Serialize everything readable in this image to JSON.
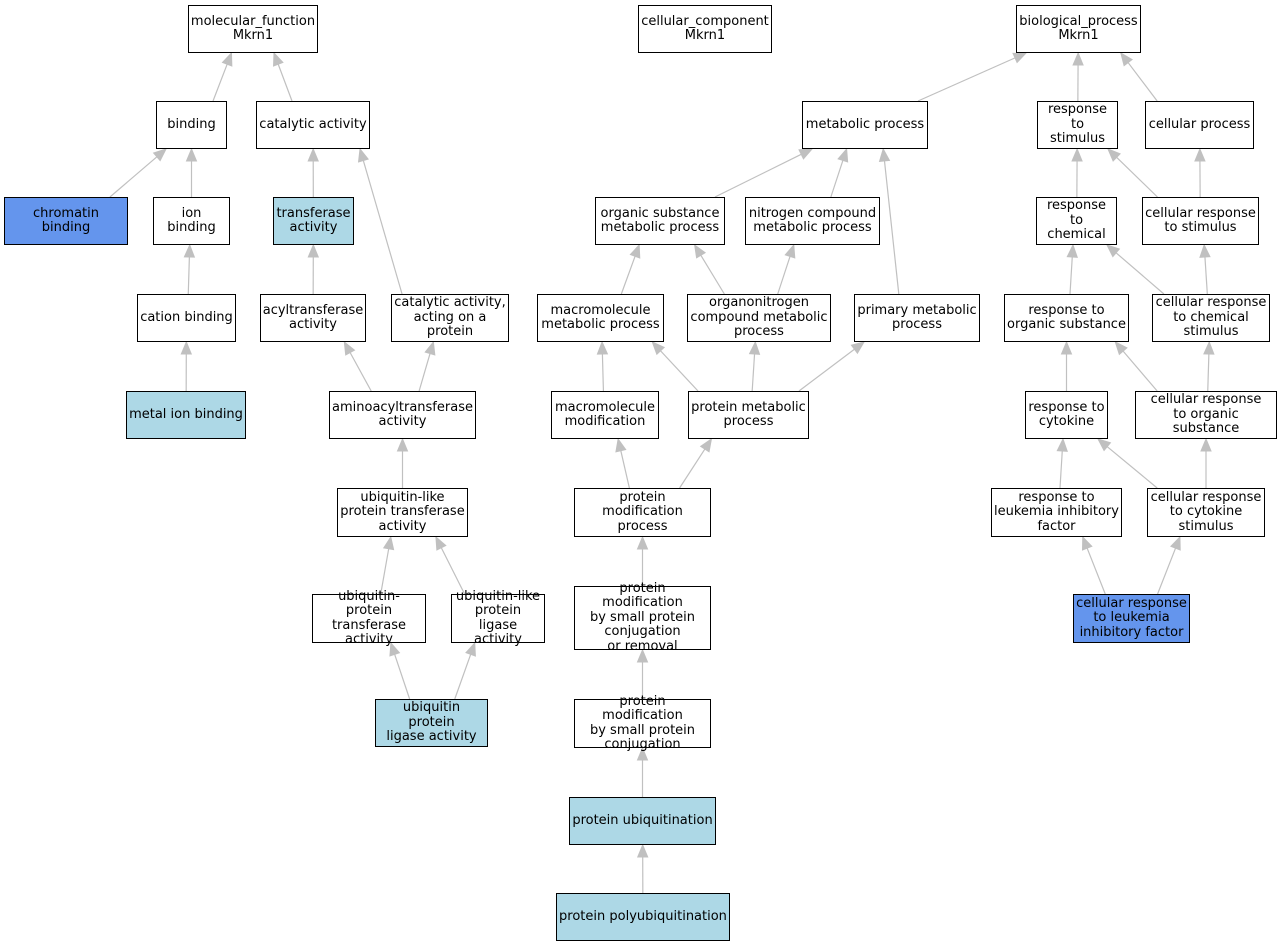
{
  "colors": {
    "edge": "#c0c0c0",
    "node_default": "#ffffff",
    "node_light": "#add8e6",
    "node_dark": "#6495ed",
    "border": "#000000"
  },
  "nodes": {
    "mf_root": {
      "label": "molecular_function\nMkrn1",
      "fill": "default"
    },
    "cc_root": {
      "label": "cellular_component\nMkrn1",
      "fill": "default"
    },
    "bp_root": {
      "label": "biological_process\nMkrn1",
      "fill": "default"
    },
    "binding": {
      "label": "binding",
      "fill": "default"
    },
    "catalytic": {
      "label": "catalytic activity",
      "fill": "default"
    },
    "chromatin": {
      "label": "chromatin binding",
      "fill": "dark"
    },
    "ion_binding": {
      "label": "ion binding",
      "fill": "default"
    },
    "transferase": {
      "label": "transferase\nactivity",
      "fill": "light"
    },
    "cation_binding": {
      "label": "cation binding",
      "fill": "default"
    },
    "acyltransferase": {
      "label": "acyltransferase\nactivity",
      "fill": "default"
    },
    "catalytic_protein": {
      "label": "catalytic activity,\nacting on a\nprotein",
      "fill": "default"
    },
    "metal_ion": {
      "label": "metal ion binding",
      "fill": "light"
    },
    "aminoacyl": {
      "label": "aminoacyltransferase\nactivity",
      "fill": "default"
    },
    "ubl_transferase": {
      "label": "ubiquitin-like\nprotein transferase\nactivity",
      "fill": "default"
    },
    "ub_protein_transferase": {
      "label": "ubiquitin-protein\ntransferase\nactivity",
      "fill": "default"
    },
    "ubl_ligase": {
      "label": "ubiquitin-like\nprotein ligase\nactivity",
      "fill": "default"
    },
    "ub_ligase": {
      "label": "ubiquitin protein\nligase activity",
      "fill": "light"
    },
    "metabolic": {
      "label": "metabolic process",
      "fill": "default"
    },
    "organic_metabolic": {
      "label": "organic substance\nmetabolic process",
      "fill": "default"
    },
    "nitrogen_metabolic": {
      "label": "nitrogen compound\nmetabolic process",
      "fill": "default"
    },
    "macro_metabolic": {
      "label": "macromolecule\nmetabolic process",
      "fill": "default"
    },
    "organonitrogen": {
      "label": "organonitrogen\ncompound metabolic\nprocess",
      "fill": "default"
    },
    "primary_metabolic": {
      "label": "primary metabolic\nprocess",
      "fill": "default"
    },
    "macro_mod": {
      "label": "macromolecule\nmodification",
      "fill": "default"
    },
    "protein_metabolic": {
      "label": "protein metabolic\nprocess",
      "fill": "default"
    },
    "protein_mod": {
      "label": "protein modification\nprocess",
      "fill": "default"
    },
    "pm_conj_removal": {
      "label": "protein modification\nby small protein\nconjugation\nor removal",
      "fill": "default"
    },
    "pm_conj": {
      "label": "protein modification\nby small protein\nconjugation",
      "fill": "default"
    },
    "ubiquitination": {
      "label": "protein ubiquitination",
      "fill": "light"
    },
    "polyubiquitination": {
      "label": "protein polyubiquitination",
      "fill": "light"
    },
    "response_stimulus": {
      "label": "response to\nstimulus",
      "fill": "default"
    },
    "cellular_process": {
      "label": "cellular process",
      "fill": "default"
    },
    "response_chemical": {
      "label": "response to\nchemical",
      "fill": "default"
    },
    "cell_resp_stimulus": {
      "label": "cellular response\nto stimulus",
      "fill": "default"
    },
    "resp_organic": {
      "label": "response to\norganic substance",
      "fill": "default"
    },
    "cell_resp_chemical": {
      "label": "cellular response\nto chemical\nstimulus",
      "fill": "default"
    },
    "resp_cytokine": {
      "label": "response to\ncytokine",
      "fill": "default"
    },
    "cell_resp_organic": {
      "label": "cellular response\nto organic substance",
      "fill": "default"
    },
    "resp_lif": {
      "label": "response to\nleukemia inhibitory\nfactor",
      "fill": "default"
    },
    "cell_resp_cytokine": {
      "label": "cellular response\nto cytokine\nstimulus",
      "fill": "default"
    },
    "cell_resp_lif": {
      "label": "cellular response\nto leukemia\ninhibitory factor",
      "fill": "dark"
    }
  },
  "edges": [
    [
      "binding",
      "mf_root"
    ],
    [
      "catalytic",
      "mf_root"
    ],
    [
      "chromatin",
      "binding"
    ],
    [
      "ion_binding",
      "binding"
    ],
    [
      "transferase",
      "catalytic"
    ],
    [
      "catalytic_protein",
      "catalytic"
    ],
    [
      "cation_binding",
      "ion_binding"
    ],
    [
      "metal_ion",
      "cation_binding"
    ],
    [
      "acyltransferase",
      "transferase"
    ],
    [
      "aminoacyl",
      "acyltransferase"
    ],
    [
      "aminoacyl",
      "catalytic_protein"
    ],
    [
      "ubl_transferase",
      "aminoacyl"
    ],
    [
      "ub_protein_transferase",
      "ubl_transferase"
    ],
    [
      "ubl_ligase",
      "ubl_transferase"
    ],
    [
      "ub_ligase",
      "ub_protein_transferase"
    ],
    [
      "ub_ligase",
      "ubl_ligase"
    ],
    [
      "metabolic",
      "bp_root"
    ],
    [
      "response_stimulus",
      "bp_root"
    ],
    [
      "cellular_process",
      "bp_root"
    ],
    [
      "organic_metabolic",
      "metabolic"
    ],
    [
      "nitrogen_metabolic",
      "metabolic"
    ],
    [
      "primary_metabolic",
      "metabolic"
    ],
    [
      "macro_metabolic",
      "organic_metabolic"
    ],
    [
      "organonitrogen",
      "organic_metabolic"
    ],
    [
      "organonitrogen",
      "nitrogen_metabolic"
    ],
    [
      "macro_mod",
      "macro_metabolic"
    ],
    [
      "protein_metabolic",
      "macro_metabolic"
    ],
    [
      "protein_metabolic",
      "organonitrogen"
    ],
    [
      "protein_metabolic",
      "primary_metabolic"
    ],
    [
      "protein_mod",
      "macro_mod"
    ],
    [
      "protein_mod",
      "protein_metabolic"
    ],
    [
      "pm_conj_removal",
      "protein_mod"
    ],
    [
      "pm_conj",
      "pm_conj_removal"
    ],
    [
      "ubiquitination",
      "pm_conj"
    ],
    [
      "polyubiquitination",
      "ubiquitination"
    ],
    [
      "response_chemical",
      "response_stimulus"
    ],
    [
      "cell_resp_stimulus",
      "response_stimulus"
    ],
    [
      "cell_resp_stimulus",
      "cellular_process"
    ],
    [
      "resp_organic",
      "response_chemical"
    ],
    [
      "cell_resp_chemical",
      "response_chemical"
    ],
    [
      "cell_resp_chemical",
      "cell_resp_stimulus"
    ],
    [
      "resp_cytokine",
      "resp_organic"
    ],
    [
      "cell_resp_organic",
      "resp_organic"
    ],
    [
      "cell_resp_organic",
      "cell_resp_chemical"
    ],
    [
      "resp_lif",
      "resp_cytokine"
    ],
    [
      "cell_resp_cytokine",
      "resp_cytokine"
    ],
    [
      "cell_resp_cytokine",
      "cell_resp_organic"
    ],
    [
      "cell_resp_lif",
      "resp_lif"
    ],
    [
      "cell_resp_lif",
      "cell_resp_cytokine"
    ]
  ]
}
